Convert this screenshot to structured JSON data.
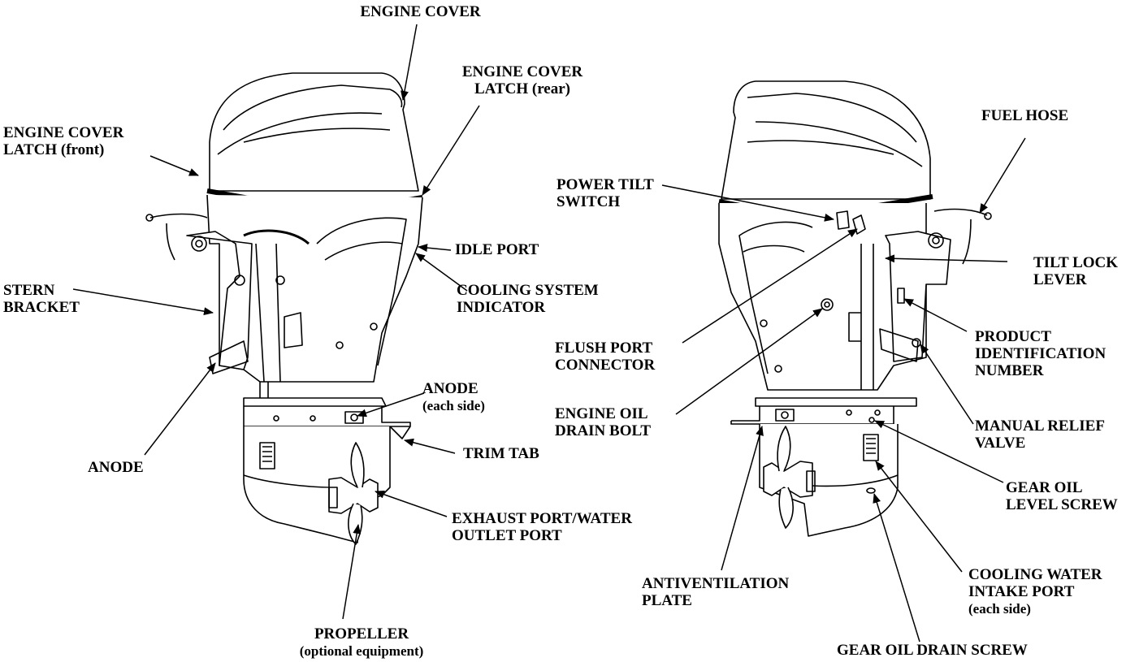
{
  "labels": {
    "engine_cover": "ENGINE COVER",
    "latch_rear_1": "ENGINE COVER",
    "latch_rear_2": "LATCH (rear)",
    "latch_front_1": "ENGINE COVER",
    "latch_front_2": "LATCH (front)",
    "idle_port": "IDLE PORT",
    "stern_1": "STERN",
    "stern_2": "BRACKET",
    "cooling_ind_1": "COOLING SYSTEM",
    "cooling_ind_2": "INDICATOR",
    "anode_side_1": "ANODE",
    "anode_side_2": "(each side)",
    "anode": "ANODE",
    "trim_tab": "TRIM TAB",
    "exhaust_1": "EXHAUST PORT/WATER",
    "exhaust_2": "OUTLET PORT",
    "propeller_1": "PROPELLER",
    "propeller_2": "(optional equipment)",
    "power_tilt_1": "POWER TILT",
    "power_tilt_2": "SWITCH",
    "fuel_hose": "FUEL HOSE",
    "tilt_lock_1": "TILT LOCK",
    "tilt_lock_2": "LEVER",
    "flush_1": "FLUSH PORT",
    "flush_2": "CONNECTOR",
    "pin_1": "PRODUCT",
    "pin_2": "IDENTIFICATION",
    "pin_3": "NUMBER",
    "oil_drain_1": "ENGINE OIL",
    "oil_drain_2": "DRAIN BOLT",
    "relief_1": "MANUAL RELIEF",
    "relief_2": "VALVE",
    "gear_level_1": "GEAR OIL",
    "gear_level_2": "LEVEL SCREW",
    "antivent_1": "ANTIVENTILATION",
    "antivent_2": "PLATE",
    "intake_1": "COOLING WATER",
    "intake_2": "INTAKE PORT",
    "intake_3": "(each side)",
    "gear_drain": "GEAR OIL DRAIN SCREW"
  }
}
